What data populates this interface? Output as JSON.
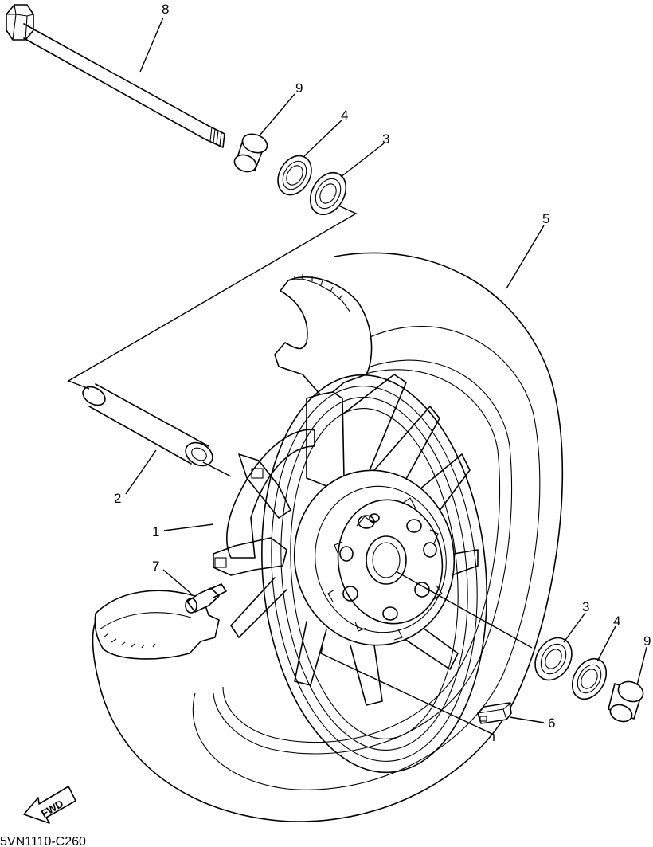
{
  "callouts": {
    "c8": "8",
    "c9_top": "9",
    "c4_top": "4",
    "c3_top": "3",
    "c5": "5",
    "c2": "2",
    "c1": "1",
    "c7": "7",
    "c3_bottom": "3",
    "c4_bottom": "4",
    "c9_bottom": "9",
    "c6": "6"
  },
  "fwd_label": "FWD",
  "diagram_code": "5VN1110-C260"
}
